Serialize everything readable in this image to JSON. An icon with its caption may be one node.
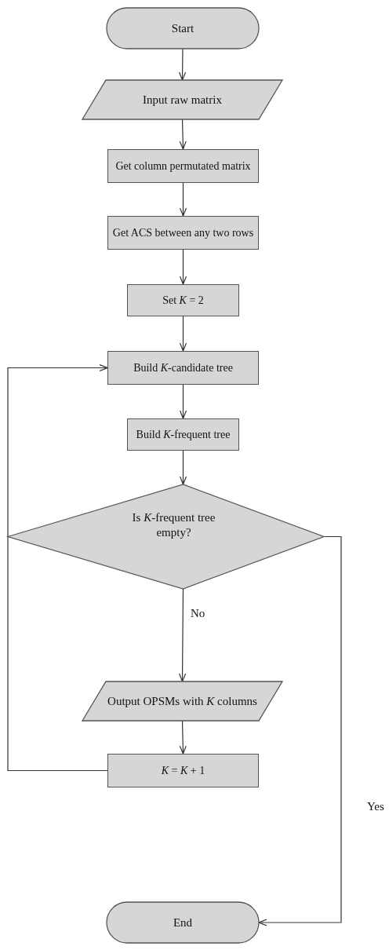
{
  "diagram": {
    "nodes": [
      {
        "text": [
          "Start"
        ]
      },
      {
        "text": [
          "Input raw matrix"
        ]
      },
      {
        "text": [
          "Get column permutated matrix"
        ]
      },
      {
        "text": [
          "Get ACS between any two rows"
        ]
      },
      {
        "text": [
          "Set *K* = 2"
        ]
      },
      {
        "text": [
          "Build *K*-candidate tree"
        ]
      },
      {
        "text": [
          "Build *K*-frequent tree"
        ]
      },
      {
        "text": [
          "Is *K*-frequent tree empty?"
        ]
      },
      {
        "text": [
          "Output OPSMs with *K* columns"
        ]
      },
      {
        "text": [
          "*K* = *K* + 1"
        ]
      },
      {
        "text": [
          "End"
        ]
      }
    ],
    "edges": [
      {
        "from": 0,
        "to": 1,
        "arrow": "to"
      },
      {
        "from": 1,
        "to": 2,
        "arrow": "to"
      },
      {
        "from": 2,
        "to": 3,
        "arrow": "to"
      },
      {
        "from": 3,
        "to": 4,
        "arrow": "to"
      },
      {
        "from": 4,
        "to": 5,
        "arrow": "to"
      },
      {
        "from": 5,
        "to": 6,
        "arrow": "to"
      },
      {
        "from": 6,
        "to": 7,
        "arrow": "to"
      },
      {
        "from": 7,
        "to": 8,
        "arrow": "to",
        "label": "No"
      },
      {
        "from": 8,
        "to": 9,
        "arrow": "to"
      },
      {
        "from": 9,
        "to": 5,
        "arrow": "to"
      },
      {
        "from": 7,
        "to": 10,
        "arrow": "to",
        "label": "Yes"
      }
    ]
  }
}
